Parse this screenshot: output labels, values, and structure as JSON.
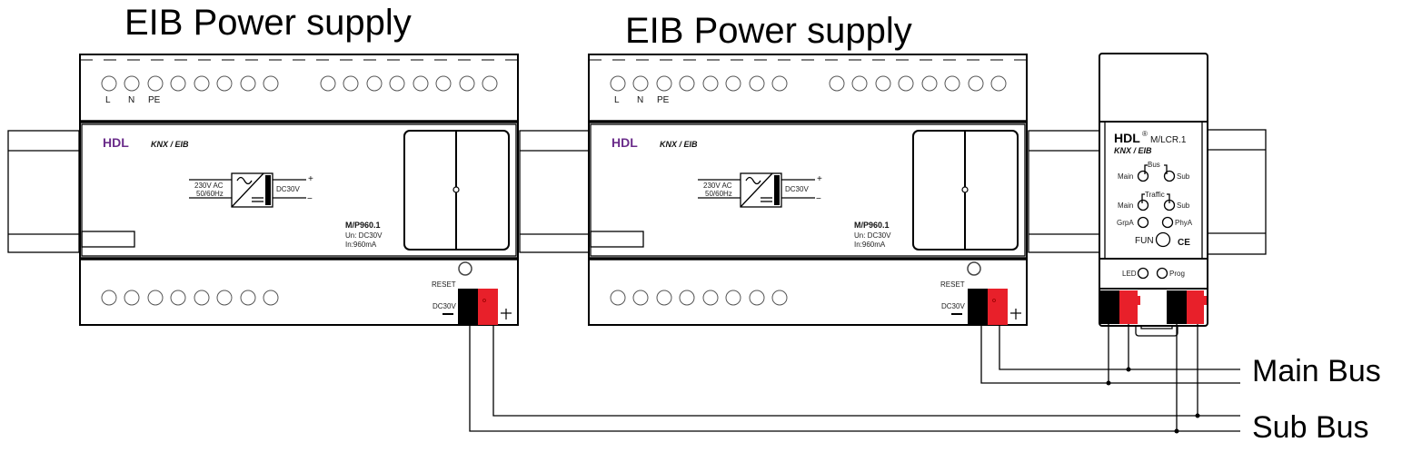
{
  "diagram": {
    "colors": {
      "brand": "#6a2c8a",
      "terminal_red": "#e8202a",
      "terminal_black": "#000000",
      "line": "#000000"
    },
    "power_supplies": [
      {
        "title": "EIB Power supply",
        "brand": "HDL",
        "standard": "KNX / EIB",
        "terminal_labels": [
          "L",
          "N",
          "PE"
        ],
        "input": {
          "line1": "230V AC",
          "line2": "50/60Hz"
        },
        "output": "DC30V",
        "plus": "+",
        "minus": "−",
        "model": "M/P960.1",
        "un": "Un: DC30V",
        "in": "In:960mA",
        "reset_label": "RESET",
        "dc_label": "DC30V"
      },
      {
        "title": "EIB Power supply",
        "brand": "HDL",
        "standard": "KNX / EIB",
        "terminal_labels": [
          "L",
          "N",
          "PE"
        ],
        "input": {
          "line1": "230V AC",
          "line2": "50/60Hz"
        },
        "output": "DC30V",
        "plus": "+",
        "minus": "−",
        "model": "M/P960.1",
        "un": "Un: DC30V",
        "in": "In:960mA",
        "reset_label": "RESET",
        "dc_label": "DC30V"
      }
    ],
    "coupler": {
      "brand": "HDL",
      "reg": "®",
      "model": "M/LCR.1",
      "standard": "KNX / EIB",
      "bus_group": "Bus",
      "traffic_group": "Traffic",
      "main": "Main",
      "sub": "Sub",
      "grpa": "GrpA",
      "phya": "PhyA",
      "fun": "FUN",
      "ce": "CE",
      "led": "LED",
      "prog": "Prog"
    },
    "bus_labels": {
      "main": "Main Bus",
      "sub": "Sub Bus"
    }
  }
}
